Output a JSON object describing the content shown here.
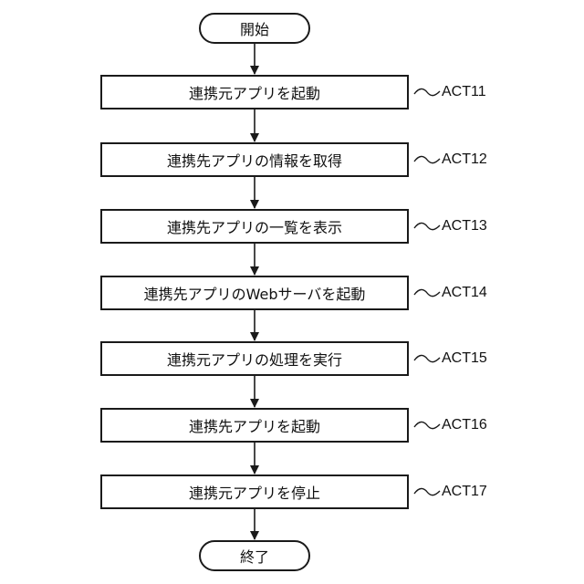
{
  "flowchart": {
    "start_label": "開始",
    "end_label": "終了",
    "steps": [
      {
        "label": "連携元アプリを起動",
        "act": "ACT11"
      },
      {
        "label": "連携先アプリの情報を取得",
        "act": "ACT12"
      },
      {
        "label": "連携先アプリの一覧を表示",
        "act": "ACT13"
      },
      {
        "label": "連携先アプリのWebサーバを起動",
        "act": "ACT14"
      },
      {
        "label": "連携元アプリの処理を実行",
        "act": "ACT15"
      },
      {
        "label": "連携先アプリを起動",
        "act": "ACT16"
      },
      {
        "label": "連携元アプリを停止",
        "act": "ACT17"
      }
    ]
  },
  "colors": {
    "line": "#1a1a1a",
    "background": "#ffffff"
  }
}
